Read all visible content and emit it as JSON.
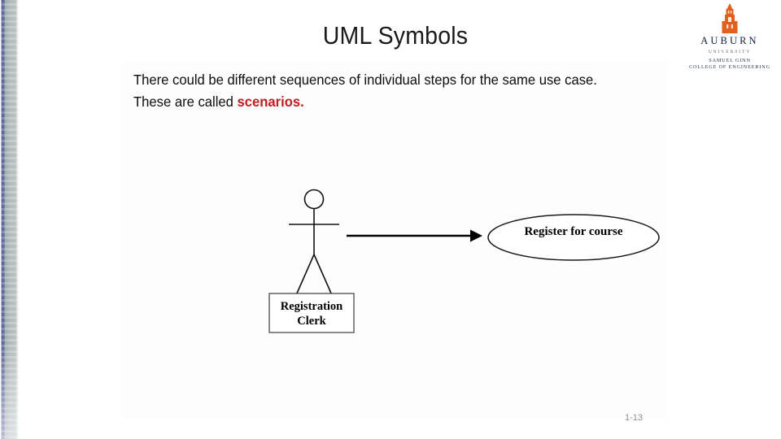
{
  "slide": {
    "title": "UML Symbols",
    "body": {
      "text_before": "There could be different sequences of individual steps for the same use case. These are called ",
      "emphasis": "scenarios.",
      "emphasis_color": "#bf1e23"
    },
    "page_number": "1-13"
  },
  "logo": {
    "mark": "auburn-tower-icon",
    "mark_color": "#e2601c",
    "wordmark": "AUBURN",
    "subtitle": "UNIVERSITY",
    "school_line1": "SAMUEL GINN",
    "school_line2": "COLLEGE OF ENGINEERING",
    "text_color": "#16213f"
  },
  "diagram": {
    "type": "uml-use-case",
    "actor": {
      "name": "actor-registration-clerk",
      "label_line1": "Registration",
      "label_line2": "Clerk"
    },
    "association": {
      "name": "association-arrow",
      "direction": "left-to-right"
    },
    "use_case": {
      "name": "use-case-register-for-course",
      "label": "Register for course"
    },
    "stroke_color": "#000000"
  },
  "decor": {
    "left_bar_accent": "#5f6a9c",
    "left_bar_body": "#b3bcbd"
  }
}
